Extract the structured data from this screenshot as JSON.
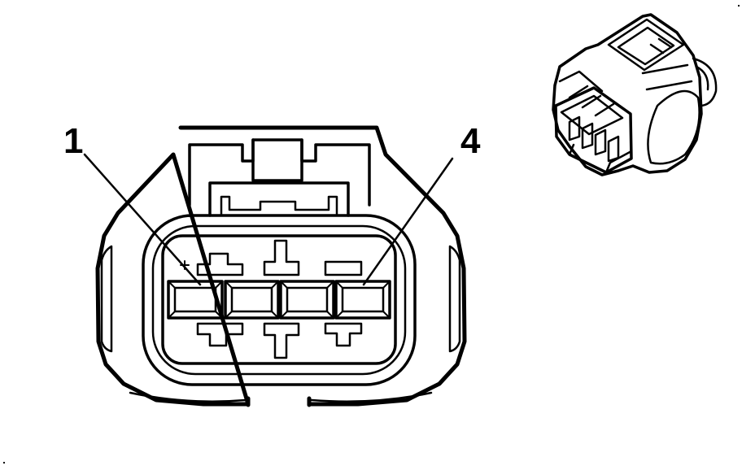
{
  "diagram": {
    "type": "connector-face-view",
    "cavity_count": 4,
    "pin_labels": [
      {
        "id": "pin-1",
        "text": "1"
      },
      {
        "id": "pin-4",
        "text": "4"
      }
    ],
    "line_color": "#000000",
    "background_color": "#ffffff"
  }
}
